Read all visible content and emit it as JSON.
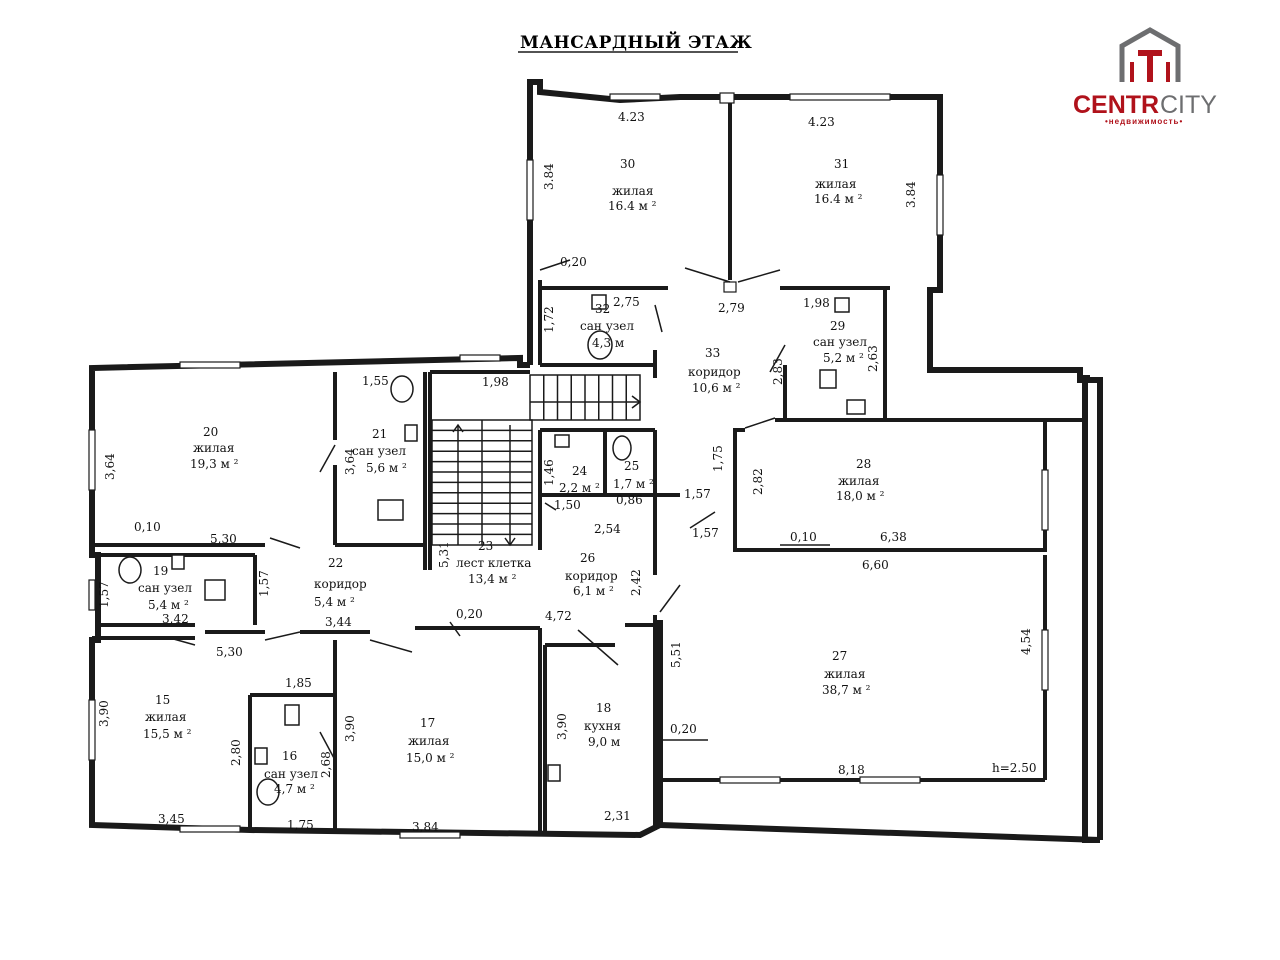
{
  "title": "МАНСАРДНЫЙ ЭТАЖ",
  "logo": {
    "word_dark": "CENTR",
    "word_light": "CITY",
    "subtitle": "•недвижимость•",
    "colors": {
      "dark": "#b0121b",
      "light": "#6d6e70"
    }
  },
  "rooms": [
    {
      "id": "r30",
      "number": "30",
      "type": "жилая",
      "area": "16.4 м ²"
    },
    {
      "id": "r31",
      "number": "31",
      "type": "жилая",
      "area": "16.4 м ²"
    },
    {
      "id": "r32",
      "number": "32",
      "type": "сан узел",
      "area": "4,3 м"
    },
    {
      "id": "r33",
      "number": "33",
      "type": "коридор",
      "area": "10,6 м ²"
    },
    {
      "id": "r29",
      "number": "29",
      "type": "сан узел",
      "area": "5,2 м ²"
    },
    {
      "id": "r28",
      "number": "28",
      "type": "жилая",
      "area": "18,0 м ²"
    },
    {
      "id": "r20",
      "number": "20",
      "type": "жилая",
      "area": "19,3 м ²"
    },
    {
      "id": "r21",
      "number": "21",
      "type": "сан узел",
      "area": "5,6 м ²"
    },
    {
      "id": "r24",
      "number": "24",
      "type": "",
      "area": "2,2 м ²"
    },
    {
      "id": "r25",
      "number": "25",
      "type": "",
      "area": "1,7 м ²"
    },
    {
      "id": "r23",
      "number": "23",
      "type": "лест клетка",
      "area": "13,4 м ²"
    },
    {
      "id": "r26",
      "number": "26",
      "type": "коридор",
      "area": "6,1 м ²"
    },
    {
      "id": "r19",
      "number": "19",
      "type": "сан узел",
      "area": "5,4 м ²"
    },
    {
      "id": "r22",
      "number": "22",
      "type": "коридор",
      "area": "5,4 м ²"
    },
    {
      "id": "r27",
      "number": "27",
      "type": "жилая",
      "area": "38,7 м ²"
    },
    {
      "id": "r15",
      "number": "15",
      "type": "жилая",
      "area": "15,5 м ²"
    },
    {
      "id": "r16",
      "number": "16",
      "type": "сан узел",
      "area": "4,7 м ²"
    },
    {
      "id": "r17",
      "number": "17",
      "type": "жилая",
      "area": "15,0 м ²"
    },
    {
      "id": "r18",
      "number": "18",
      "type": "кухня",
      "area": "9,0 м"
    }
  ],
  "dimensions": {
    "d_4_23a": "4.23",
    "d_4_23b": "4.23",
    "d_3_84a": "3.84",
    "d_3_84b": "3.84",
    "d_0_20a": "0,20",
    "d_2_79": "2,79",
    "d_1_72": "1,72",
    "d_2_75": "2,75",
    "d_1_98a": "1,98",
    "d_2_83": "2,83",
    "d_2_63": "2,63",
    "d_1_55": "1,55",
    "d_1_98b": "1,98",
    "d_3_64a": "3,64",
    "d_3_64b": "3,64",
    "d_1_75": "1,75",
    "d_2_82": "2,82",
    "d_1_57a": "1,57",
    "d_1_57b": "1,57",
    "d_1_46": "1,46",
    "d_1_50": "1,50",
    "d_0_86": "0,86",
    "d_2_54": "2,54",
    "d_0_10a": "0,10",
    "d_5_30a": "5,30",
    "d_5_31": "5,31",
    "d_0_10b": "0,10",
    "d_6_38": "6,38",
    "d_6_60": "6,60",
    "d_1_57c": "1,57",
    "d_1_57d": "1,57",
    "d_2_42": "2,42",
    "d_3_42": "3,42",
    "d_3_44": "3,44",
    "d_0_20b": "0,20",
    "d_4_72": "4,72",
    "d_5_30b": "5,30",
    "d_5_51": "5,51",
    "d_4_54": "4,54",
    "d_1_85": "1,85",
    "d_3_90a": "3,90",
    "d_3_90b": "3,90",
    "d_3_90c": "3,90",
    "d_2_80": "2,80",
    "d_2_68": "2,68",
    "d_0_20c": "0,20",
    "d_8_18": "8,18",
    "d_h": "h=2.50",
    "d_3_45": "3,45",
    "d_1_75b": "1,75",
    "d_3_84c": "3,84",
    "d_2_31": "2,31"
  }
}
